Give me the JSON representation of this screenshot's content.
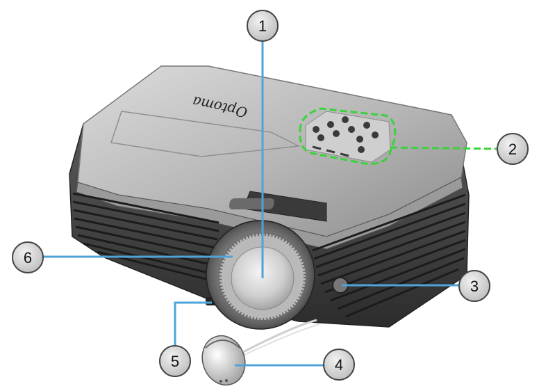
{
  "brand": {
    "logo_text": "Optoma"
  },
  "callouts": [
    {
      "id": "1",
      "number": "1"
    },
    {
      "id": "2",
      "number": "2"
    },
    {
      "id": "3",
      "number": "3"
    },
    {
      "id": "4",
      "number": "4"
    },
    {
      "id": "5",
      "number": "5"
    },
    {
      "id": "6",
      "number": "6"
    }
  ],
  "colors": {
    "leader_line": "#4fa3d8",
    "keypad_highlight": "#39d33a",
    "callout_fill": "#d9d9d9",
    "callout_stroke": "#444444"
  }
}
